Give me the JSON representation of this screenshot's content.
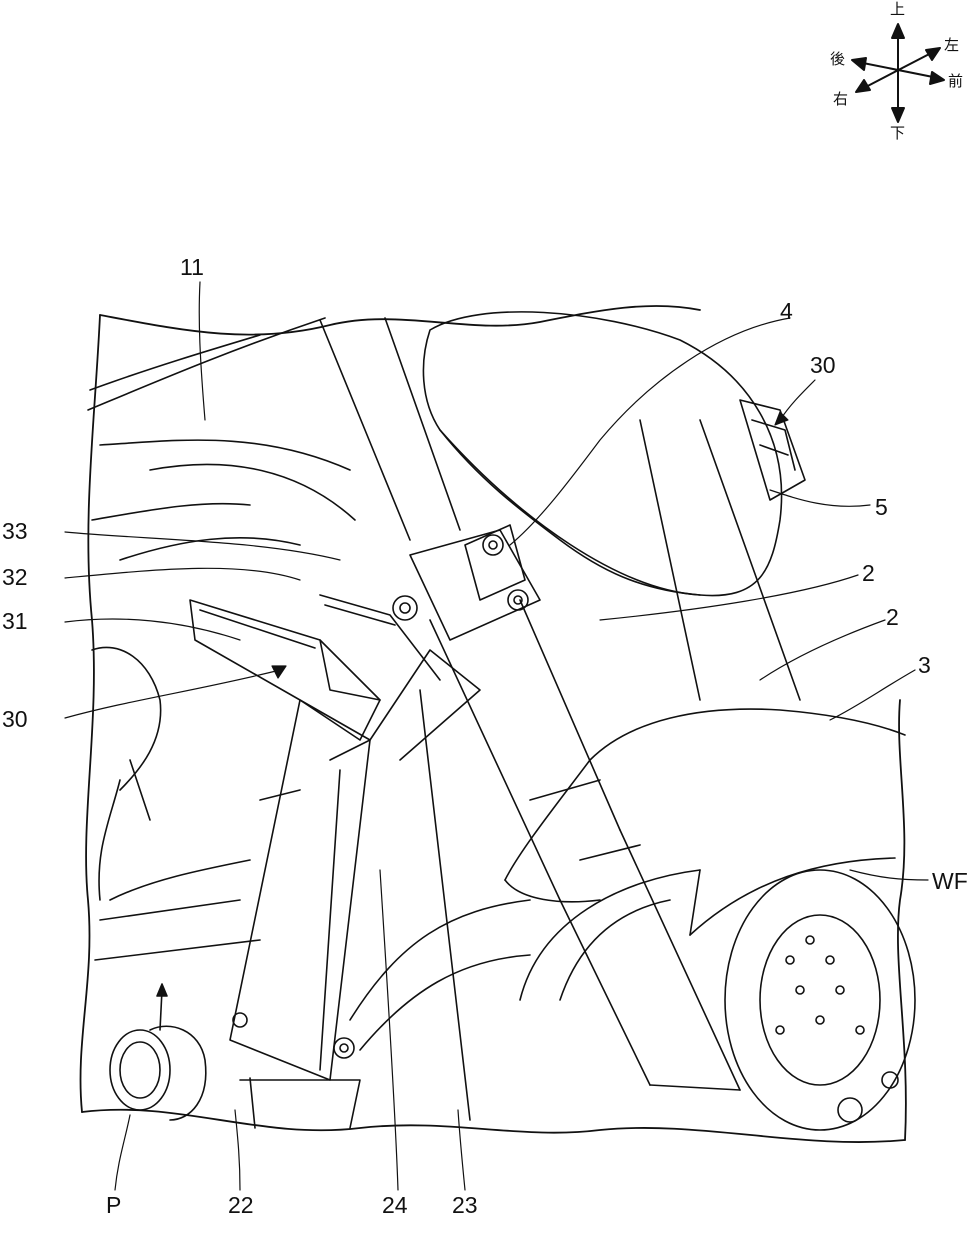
{
  "compass": {
    "up": "上",
    "down": "下",
    "left": "左",
    "right": "右",
    "front": "前",
    "rear": "後"
  },
  "labels": {
    "l11": "11",
    "l4": "4",
    "l30_top": "30",
    "l5": "5",
    "l33": "33",
    "l32": "32",
    "l31": "31",
    "l30_left": "30",
    "l2_a": "2",
    "l2_b": "2",
    "l3": "3",
    "lWF": "WF",
    "lP": "P",
    "l22": "22",
    "l24": "24",
    "l23": "23"
  }
}
